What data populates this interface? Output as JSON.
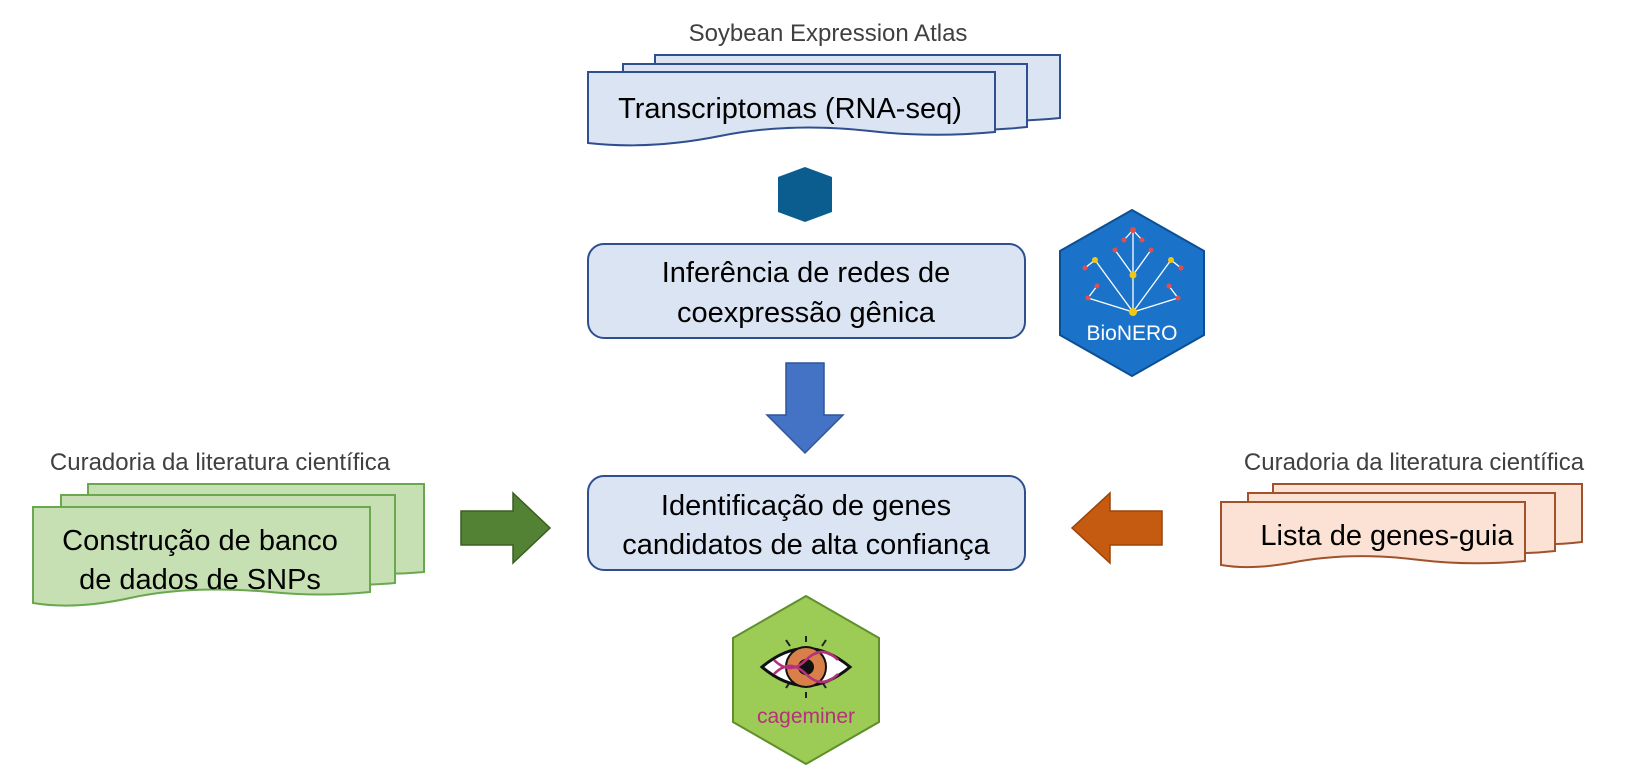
{
  "top": {
    "caption": "Soybean Expression Atlas",
    "document_label": "Transcriptomas (RNA-seq)"
  },
  "steps": [
    {
      "line1": "Inferência de redes de",
      "line2": "coexpressão gênica"
    },
    {
      "line1": "Identificação de genes",
      "line2": "candidatos de alta confiança"
    }
  ],
  "left": {
    "caption": "Curadoria da literatura científica",
    "line1": "Construção de banco",
    "line2": "de dados de SNPs"
  },
  "right": {
    "caption": "Curadoria da literatura científica",
    "document_label": "Lista de genes-guia"
  },
  "logos": {
    "bionero": {
      "label": "BioNERO",
      "color": "#1a73c9"
    },
    "cageminer": {
      "label": "cageminer",
      "color": "#9ccc55",
      "text_color": "#b5327a"
    }
  },
  "colors": {
    "blue_doc_fill": "#dbe4f3",
    "blue_doc_stroke": "#2f4f8f",
    "step_fill": "#dbe4f3",
    "step_stroke": "#2f4f8f",
    "chevron": "#0b5c8f",
    "down_arrow": "#4472c4",
    "green_doc_fill": "#c6e0b4",
    "green_doc_stroke": "#6aa84f",
    "green_arrow": "#548235",
    "orange_doc_fill": "#fbe2d5",
    "orange_doc_stroke": "#a0522d",
    "orange_arrow": "#c55a11"
  }
}
